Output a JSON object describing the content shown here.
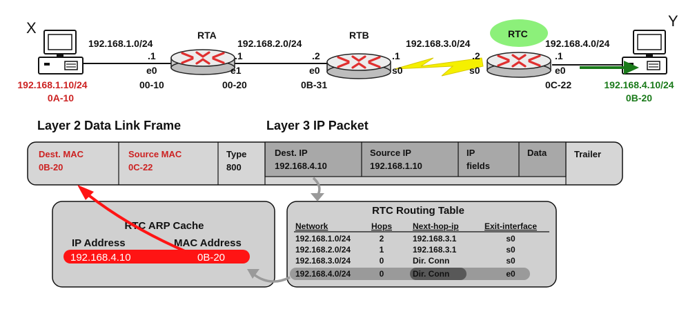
{
  "colors": {
    "red": "#cc2222",
    "bright_red": "#ff1414",
    "green": "#1a7a1a",
    "rtc_highlight": "#8cf07a",
    "serial_link": "#f5f000",
    "panel_gray": "#d0d0d0",
    "packet_gray": "#a8a8a8"
  },
  "hosts": {
    "x": {
      "name": "X",
      "ip": "192.168.1.10/24",
      "mac": "0A-10"
    },
    "y": {
      "name": "Y",
      "ip": "192.168.4.10/24",
      "mac": "0B-20"
    }
  },
  "networks": [
    "192.168.1.0/24",
    "192.168.2.0/24",
    "192.168.3.0/24",
    "192.168.4.0/24"
  ],
  "routers": {
    "rta": {
      "name": "RTA",
      "left_host": ".1",
      "right_host": ".1",
      "left_if": "e0",
      "right_if": "e1",
      "left_mac": "00-10",
      "right_mac": "00-20"
    },
    "rtb": {
      "name": "RTB",
      "left_host": ".2",
      "right_host": ".1",
      "left_if": "e0",
      "right_if": "s0",
      "left_mac": "0B-31"
    },
    "rtc": {
      "name": "RTC",
      "left_host": ".2",
      "right_host": ".1",
      "left_if": "s0",
      "right_if": "e0",
      "right_mac": "0C-22"
    }
  },
  "frame": {
    "l2_title": "Layer 2 Data Link Frame",
    "l3_title": "Layer 3 IP Packet",
    "dest_mac_label": "Dest. MAC",
    "dest_mac_value": "0B-20",
    "src_mac_label": "Source MAC",
    "src_mac_value": "0C-22",
    "type_label": "Type",
    "type_value": "800",
    "dest_ip_label": "Dest. IP",
    "dest_ip_value": "192.168.4.10",
    "src_ip_label": "Source IP",
    "src_ip_value": "192.168.1.10",
    "ip_fields_label_1": "IP",
    "ip_fields_label_2": "fields",
    "data_label": "Data",
    "trailer_label": "Trailer"
  },
  "arp_cache": {
    "title": "RTC ARP Cache",
    "col_ip": "IP Address",
    "col_mac": "MAC Address",
    "entry": {
      "ip": "192.168.4.10",
      "mac": "0B-20"
    }
  },
  "routing_table": {
    "title": "RTC Routing Table",
    "headers": [
      "Network",
      "Hops",
      "Next-hop-ip",
      "Exit-interface"
    ],
    "rows": [
      [
        "192.168.1.0/24",
        "2",
        "192.168.3.1",
        "s0"
      ],
      [
        "192.168.2.0/24",
        "1",
        "192.168.3.1",
        "s0"
      ],
      [
        "192.168.3.0/24",
        "0",
        "Dir. Conn",
        "s0"
      ],
      [
        "192.168.4.0/24",
        "0",
        "Dir. Conn",
        "e0"
      ]
    ],
    "highlighted_row": 3
  }
}
